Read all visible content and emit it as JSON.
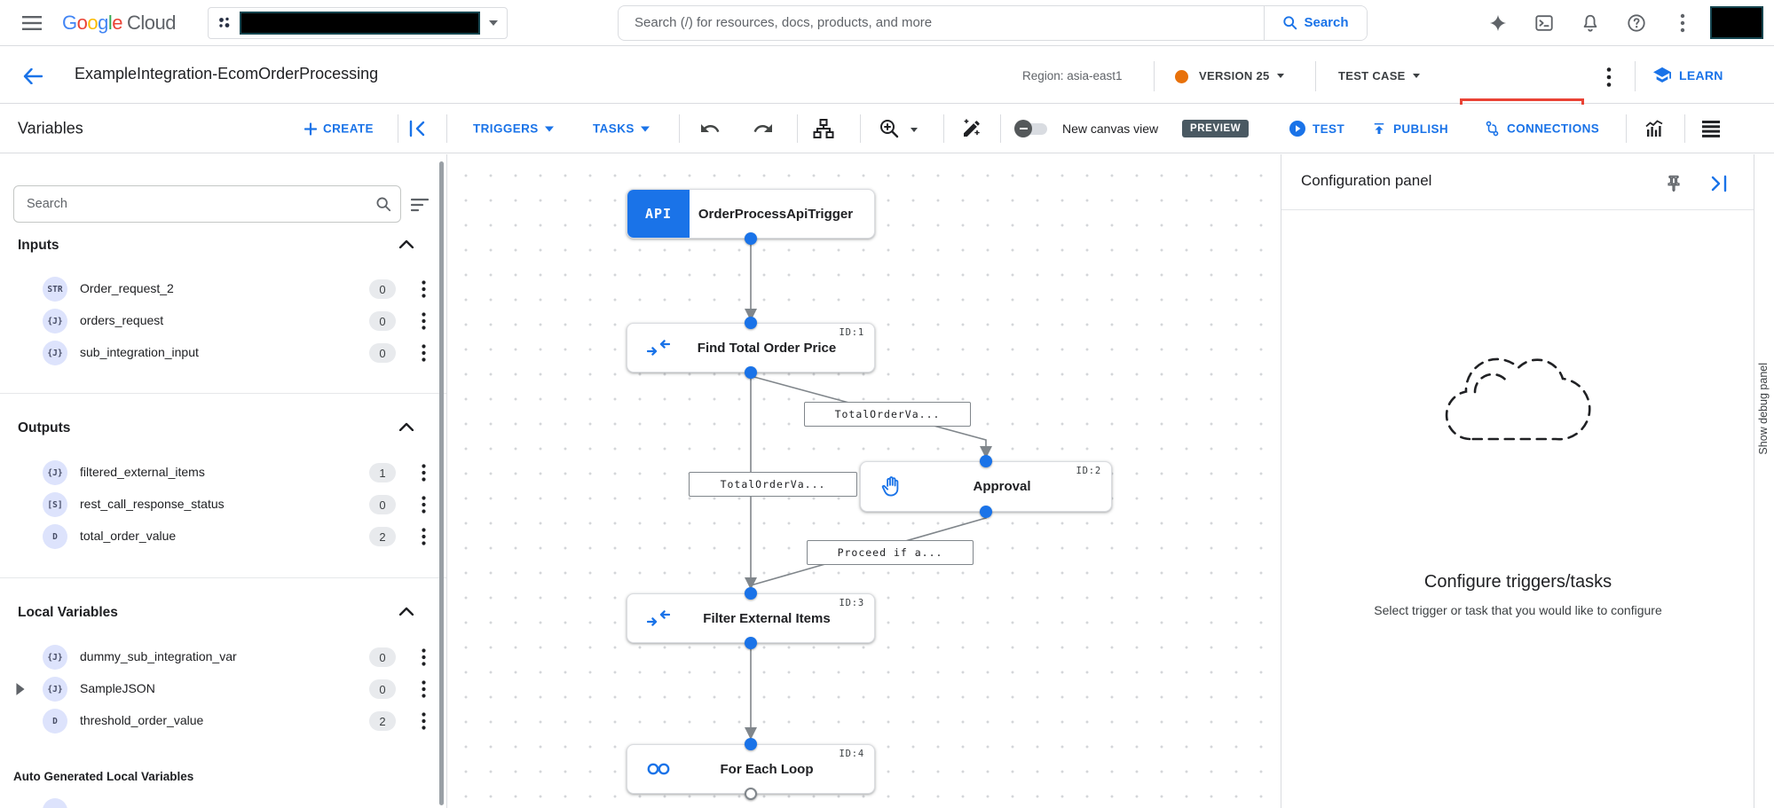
{
  "topbar": {
    "logo": {
      "letters": [
        "G",
        "o",
        "o",
        "g",
        "l",
        "e"
      ],
      "cloud": "Cloud"
    },
    "search_placeholder": "Search (/) for resources, docs, products, and more",
    "search_button": "Search"
  },
  "header": {
    "title": "ExampleIntegration-EcomOrderProcessing",
    "region": "Region: asia-east1",
    "version": "VERSION 25",
    "test_case": "TEST CASE",
    "learn": "LEARN"
  },
  "toolbar": {
    "variables_title": "Variables",
    "create": "CREATE",
    "triggers": "TRIGGERS",
    "tasks": "TASKS",
    "new_canvas_view": "New canvas view",
    "preview": "PREVIEW",
    "test": "TEST",
    "publish": "PUBLISH",
    "connections": "CONNECTIONS"
  },
  "sidebar": {
    "search_placeholder": "Search",
    "inputs": {
      "title": "Inputs",
      "items": [
        {
          "type": "STR",
          "name": "Order_request_2",
          "count": "0"
        },
        {
          "type": "{J}",
          "name": "orders_request",
          "count": "0"
        },
        {
          "type": "{J}",
          "name": "sub_integration_input",
          "count": "0"
        }
      ]
    },
    "outputs": {
      "title": "Outputs",
      "items": [
        {
          "type": "{J}",
          "name": "filtered_external_items",
          "count": "1"
        },
        {
          "type": "[S]",
          "name": "rest_call_response_status",
          "count": "0"
        },
        {
          "type": "D",
          "name": "total_order_value",
          "count": "2"
        }
      ]
    },
    "local_variables": {
      "title": "Local Variables",
      "items": [
        {
          "type": "{J}",
          "name": "dummy_sub_integration_var",
          "count": "0"
        },
        {
          "type": "{J}",
          "name": "SampleJSON",
          "count": "0"
        },
        {
          "type": "D",
          "name": "threshold_order_value",
          "count": "2"
        }
      ]
    },
    "auto_generated_title": "Auto Generated Local Variables"
  },
  "canvas": {
    "trigger": {
      "badge": "API",
      "title": "OrderProcessApiTrigger"
    },
    "nodes": [
      {
        "id": "ID:1",
        "title": "Find Total Order Price"
      },
      {
        "id": "ID:2",
        "title": "Approval"
      },
      {
        "id": "ID:3",
        "title": "Filter External Items"
      },
      {
        "id": "ID:4",
        "title": "For Each Loop"
      }
    ],
    "edge_labels": [
      "TotalOrderVa...",
      "TotalOrderVa...",
      "Proceed if a..."
    ]
  },
  "config_panel": {
    "title": "Configuration panel",
    "heading": "Configure triggers/tasks",
    "subtext": "Select trigger or task that you would like to configure"
  },
  "debug_panel": {
    "label": "Show debug panel"
  },
  "colors": {
    "accent": "#1a73e8",
    "version_dot": "#e8710a",
    "preview_badge": "#4a5962",
    "highlight_box": "#ea4335",
    "redaction_border": "#15454f",
    "node_port": "#1a73e8",
    "edge": "#80868b",
    "type_badge_bg": "#dde3fc",
    "count_pill_bg": "#e8eaed"
  }
}
